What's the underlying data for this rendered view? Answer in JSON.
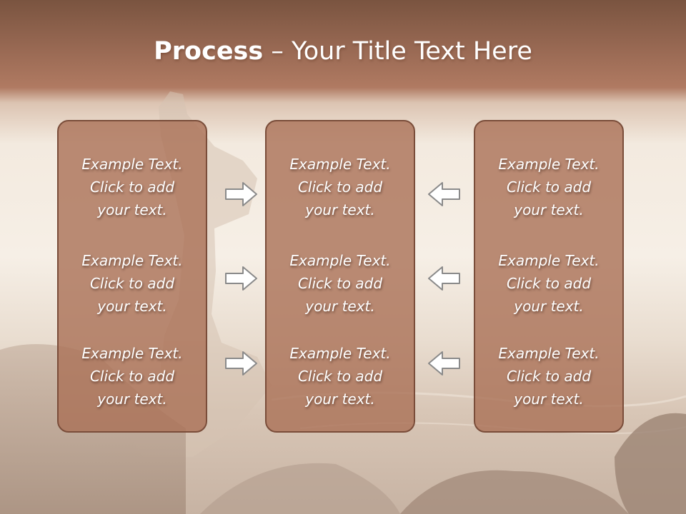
{
  "title": {
    "bold": "Process",
    "rest": " – Your Title Text Here"
  },
  "columns": [
    {
      "items": [
        {
          "line1": "Example Text.",
          "line2": "Click  to add",
          "line3": "your text."
        },
        {
          "line1": "Example Text.",
          "line2": "Click  to add",
          "line3": "your text."
        },
        {
          "line1": "Example Text.",
          "line2": "Click  to add",
          "line3": "your text."
        }
      ]
    },
    {
      "items": [
        {
          "line1": "Example Text.",
          "line2": "Click  to add",
          "line3": "your text."
        },
        {
          "line1": "Example Text.",
          "line2": "Click  to add",
          "line3": "your text."
        },
        {
          "line1": "Example Text.",
          "line2": "Click  to add",
          "line3": "your text."
        }
      ]
    },
    {
      "items": [
        {
          "line1": "Example Text.",
          "line2": "Click  to add",
          "line3": "your text."
        },
        {
          "line1": "Example Text.",
          "line2": "Click  to add",
          "line3": "your text."
        },
        {
          "line1": "Example Text.",
          "line2": "Click  to add",
          "line3": "your text."
        }
      ]
    }
  ],
  "icons": {
    "left_arrows": "arrow-right-icon",
    "right_arrows": "arrow-left-icon"
  },
  "colors": {
    "header_band": "#a06a52",
    "box_fill": "#aa7056",
    "box_border": "#7a4d3a",
    "text": "#ffffff"
  }
}
